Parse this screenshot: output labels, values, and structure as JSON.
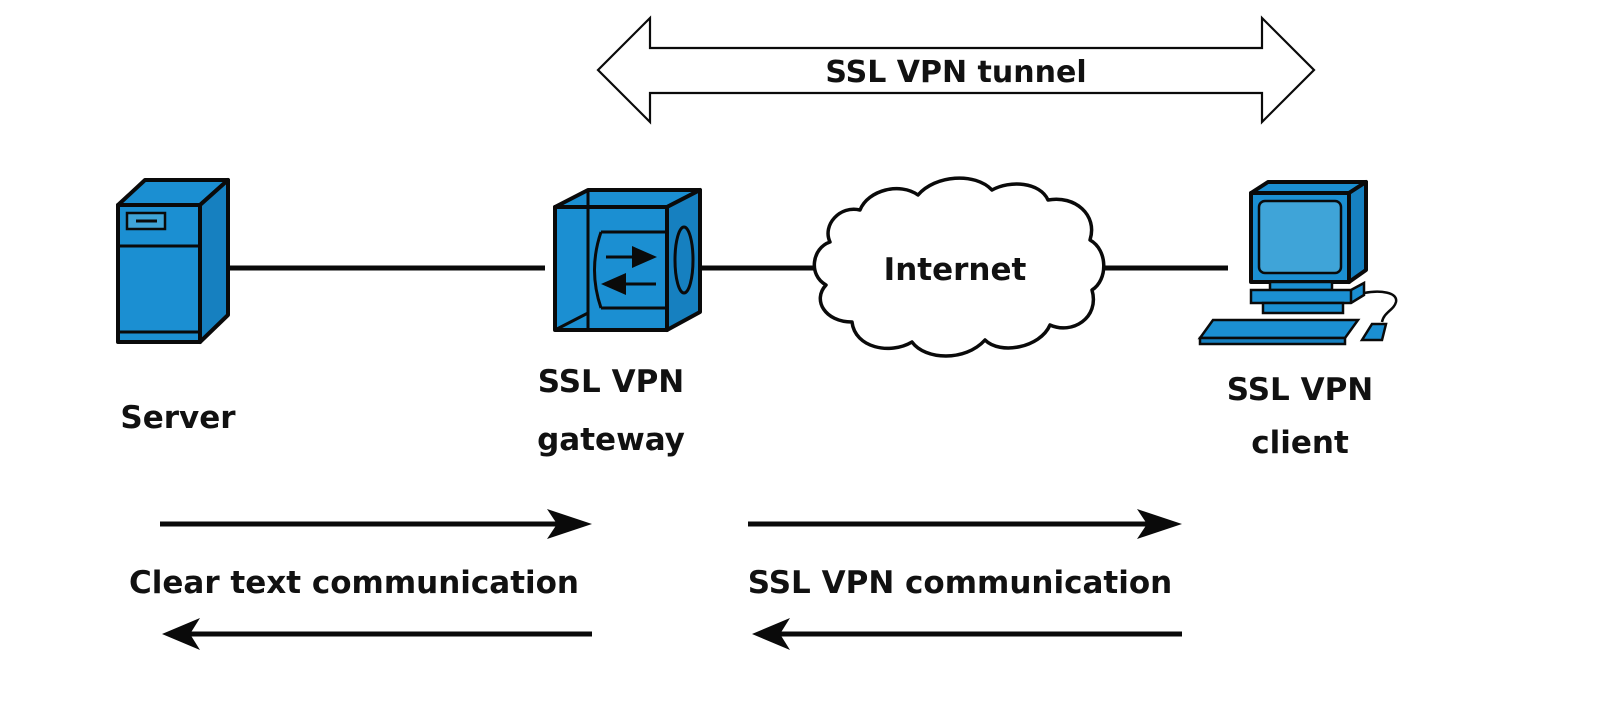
{
  "colors": {
    "device_fill": "#1b8fd2",
    "device_side": "#1680c0",
    "screen_fill": "#3fa4d8",
    "outline": "#0a0a0a",
    "background": "#ffffff"
  },
  "tunnel": {
    "label": "SSL VPN tunnel",
    "icon": "double-arrow-icon"
  },
  "nodes": [
    {
      "id": "server",
      "icon": "server-icon",
      "label_lines": [
        "Server"
      ]
    },
    {
      "id": "gateway",
      "icon": "vpn-gateway-icon",
      "label_lines": [
        "SSL VPN",
        "gateway"
      ]
    },
    {
      "id": "internet",
      "icon": "cloud-icon",
      "label_lines": [
        "Internet"
      ]
    },
    {
      "id": "client",
      "icon": "desktop-computer-icon",
      "label_lines": [
        "SSL VPN",
        "client"
      ]
    }
  ],
  "links": [
    {
      "from": "server",
      "to": "gateway"
    },
    {
      "from": "gateway",
      "to": "internet"
    },
    {
      "from": "internet",
      "to": "client"
    }
  ],
  "flows": [
    {
      "id": "clear",
      "label": "Clear text communication",
      "span": [
        "server",
        "gateway"
      ],
      "directions": [
        "right",
        "left"
      ]
    },
    {
      "id": "ssl",
      "label": "SSL VPN communication",
      "span": [
        "gateway",
        "client"
      ],
      "directions": [
        "right",
        "left"
      ]
    }
  ]
}
